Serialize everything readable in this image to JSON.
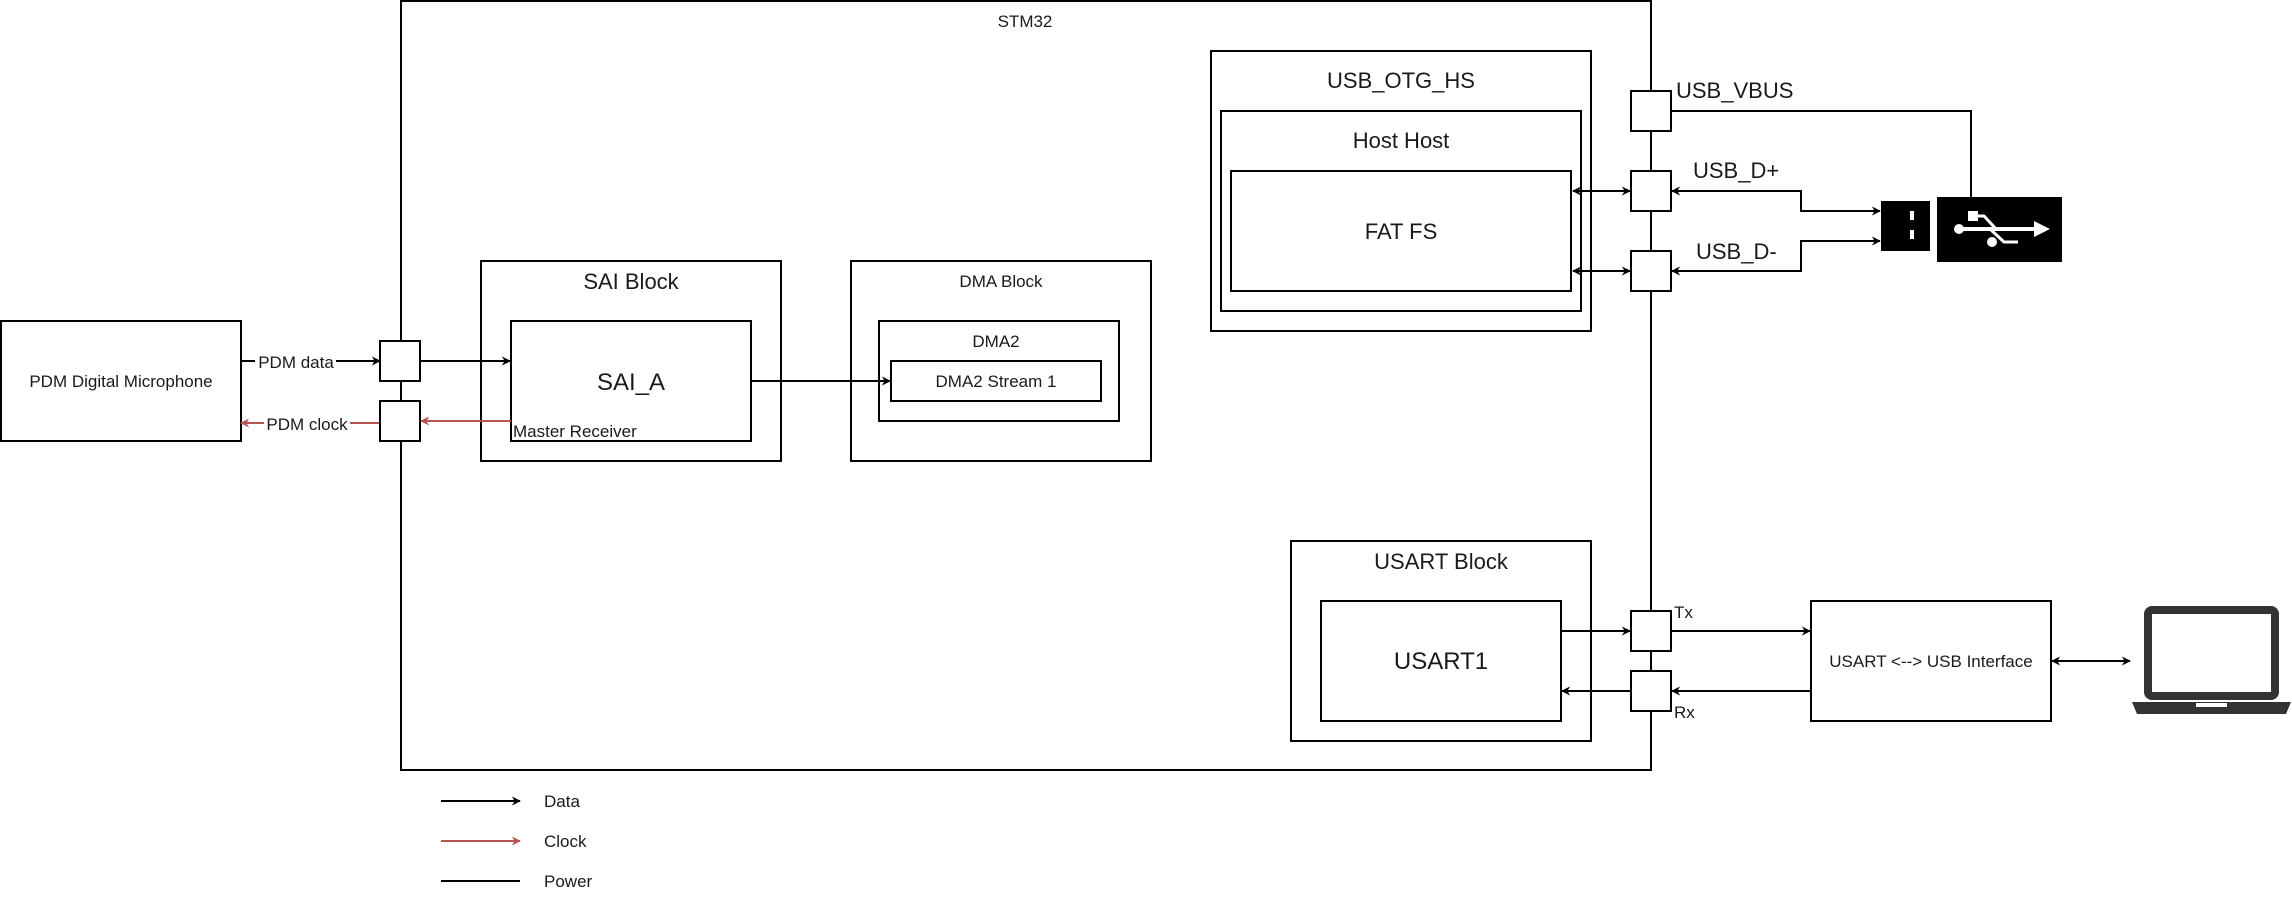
{
  "diagram": {
    "stm32_label": "STM32",
    "microphone_label": "PDM Digital Microphone",
    "pdm_data_label": "PDM data",
    "pdm_clock_label": "PDM clock",
    "sai_block": {
      "title": "SAI Block",
      "inner": "SAI_A",
      "mode": "Master Receiver"
    },
    "dma_block": {
      "title": "DMA Block",
      "dma2": "DMA2",
      "stream": "DMA2 Stream 1"
    },
    "usb_otg": {
      "title": "USB_OTG_HS",
      "host": "Host Host",
      "fatfs": "FAT FS"
    },
    "usb_pins": {
      "vbus": "USB_VBUS",
      "dplus": "USB_D+",
      "dminus": "USB_D-"
    },
    "usart_block": {
      "title": "USART Block",
      "inner": "USART1",
      "tx": "Tx",
      "rx": "Rx"
    },
    "usb_interface_label": "USART <--> USB Interface",
    "icons": {
      "usb_stick": "usb-stick-icon",
      "usb_symbol": "usb-symbol-icon",
      "laptop": "laptop-icon"
    }
  },
  "legend": {
    "data_label": "Data",
    "clock_label": "Clock",
    "power_label": "Power"
  },
  "colors": {
    "data": "#000000",
    "clock": "#b85450",
    "power": "#000000"
  }
}
